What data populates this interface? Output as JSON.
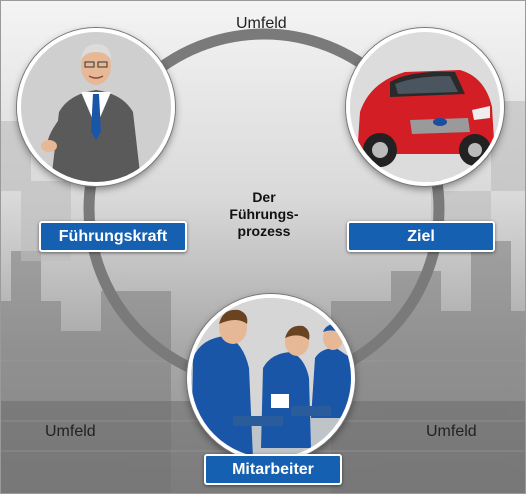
{
  "environment_label_top": "Umfeld",
  "environment_label_left": "Umfeld",
  "environment_label_right": "Umfeld",
  "center": {
    "line1": "Der",
    "line2": "Führungs-",
    "line3": "prozess"
  },
  "nodes": {
    "leader": "Führungskraft",
    "goal": "Ziel",
    "employees": "Mitarbeiter"
  },
  "colors": {
    "label_bg": "#1560b0",
    "ring": "#7a7a7a",
    "car": "#d21e24"
  }
}
